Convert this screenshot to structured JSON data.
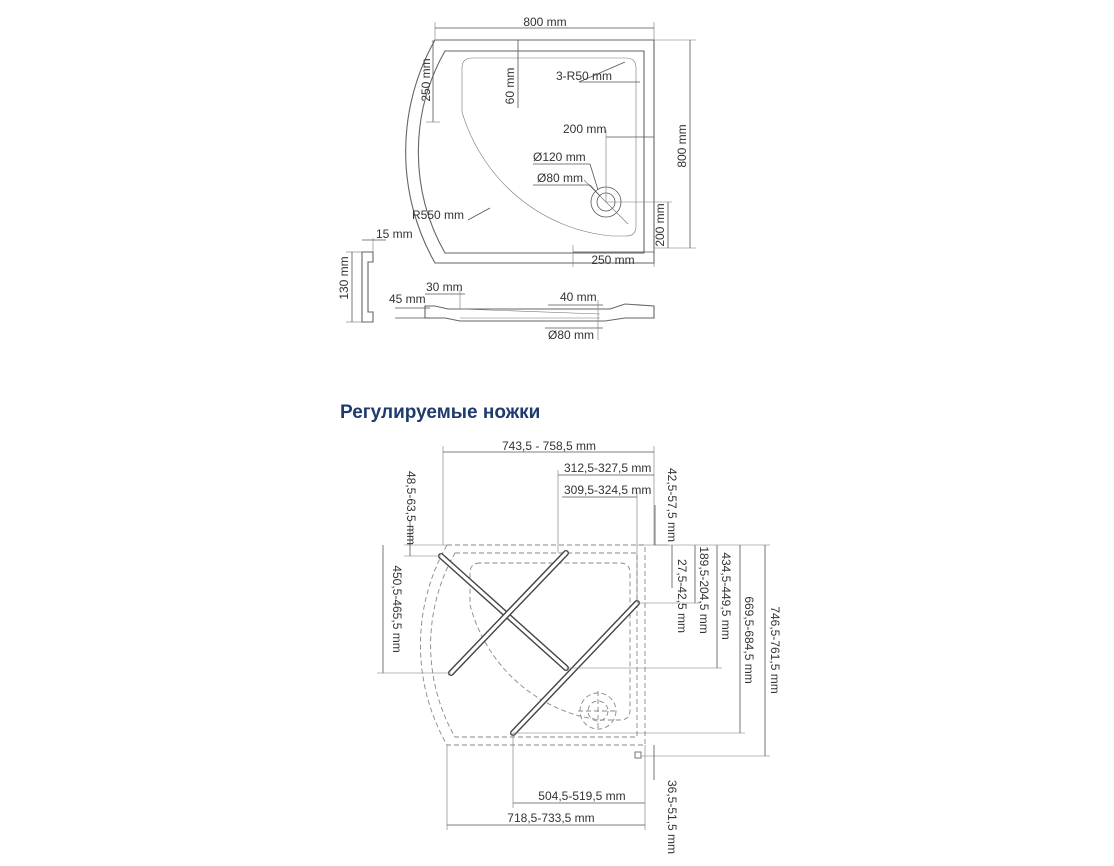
{
  "top": {
    "width": "800 mm",
    "depth": "800 mm",
    "side": "250 mm",
    "rim": "60 mm",
    "corner": "3-R50 mm",
    "drain_x": "200 mm",
    "drain_y": "200 mm",
    "outer_diam": "Ø120 mm",
    "inner_diam": "Ø80 mm",
    "radius": "R550 mm",
    "bottom": "250 mm"
  },
  "side_view": {
    "wall": "15 mm",
    "height": "130 mm",
    "lip": "30 mm",
    "base": "45 mm",
    "drain_depth": "40 mm",
    "drain_diam": "Ø80 mm"
  },
  "heading": "Регулируемые ножки",
  "legs": {
    "width": "743,5 - 758,5 mm",
    "a": "312,5-327,5 mm",
    "b": "309,5-324,5 mm",
    "c": "42,5-57,5 mm",
    "d": "48,5-63,5 mm",
    "e": "450,5-465,5 mm",
    "f": "189,5-204,5 mm",
    "g": "27,5-42,5 mm",
    "h": "434,5-449,5 mm",
    "i": "669,5-684,5 mm",
    "j": "746,5-761,5 mm",
    "k": "504,5-519,5 mm",
    "l": "718,5-733,5 mm",
    "m": "36,5-51,5 mm"
  },
  "colors": {
    "heading": "#1f3a6e",
    "line": "#555555"
  }
}
